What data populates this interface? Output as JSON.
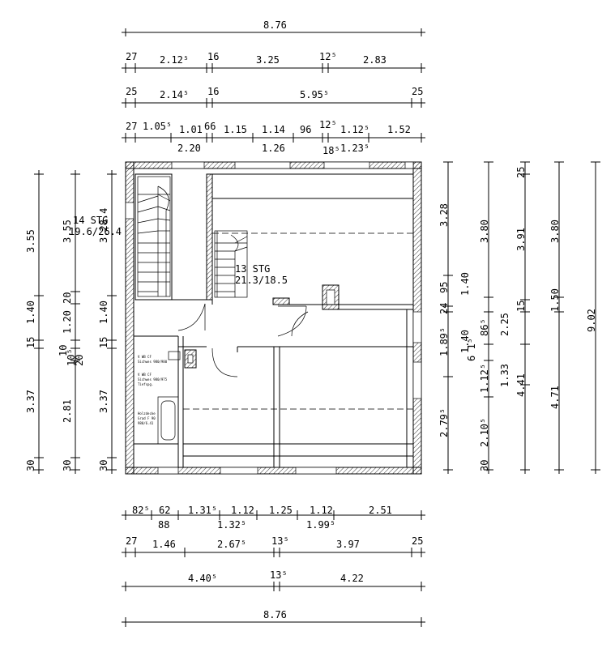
{
  "dims": {
    "top": {
      "row1": [
        "8.76"
      ],
      "row2": [
        "27",
        "2.12⁵",
        "16",
        "3.25",
        "12⁵",
        "2.83"
      ],
      "row3": [
        "25",
        "2.14⁵",
        "16",
        "5.95⁵",
        "25"
      ],
      "row4_top": [
        "27",
        "1.05⁵",
        "1.01",
        "66",
        "1.15",
        "1.14",
        "96",
        "12⁵",
        "1.12⁵",
        "1.52"
      ],
      "row4_bottom": [
        "2.20",
        "1.26",
        "18⁵",
        "1.23⁵"
      ]
    },
    "bottom": {
      "row1_top": [
        "82⁵",
        "62",
        "1.31⁵",
        "1.12",
        "1.25",
        "1.12",
        "2.51"
      ],
      "row1_bottom": [
        "88",
        "1.32⁵",
        "1.99⁵"
      ],
      "row2": [
        "27",
        "1.46",
        "2.67⁵",
        "13⁵",
        "3.97",
        "25"
      ],
      "row3": [
        "4.40⁵",
        "13⁵",
        "4.22"
      ],
      "row4": [
        "8.76"
      ]
    },
    "left": {
      "col1": [
        "3.55",
        "1.40",
        "15",
        "3.37",
        "30"
      ],
      "col2": [
        "3.55",
        "20",
        "1.20",
        "10",
        "10⁵",
        "20",
        "2.81",
        "30"
      ],
      "col3": [
        "3.28.4",
        "15",
        "1.40",
        "3.37",
        "30"
      ]
    },
    "right": {
      "col1": [
        "3.28",
        "95",
        "1.40",
        "24",
        "1.89⁵",
        "2.79⁵"
      ],
      "col2": [
        "3.80",
        "1.40",
        "86⁵",
        "6 1⁵",
        "1.12⁵",
        "2.10⁵",
        "30"
      ],
      "col3": [
        "25",
        "3.91",
        "15",
        "2.25",
        "1.33",
        "4.41"
      ],
      "col4": [
        "3.80",
        "1.50",
        "4.71"
      ],
      "col5": [
        "9.02"
      ]
    }
  },
  "stairs": {
    "left_count": "14 STG",
    "left_ratio": "19.6/26.4",
    "center_count": "13 STG",
    "center_ratio": "21.3/18.5"
  },
  "room_notes": {
    "note1": "V WB CF",
    "note2": "Sichwes 980/980",
    "note3": "V WB CF",
    "note4": "Sichwes 980/975",
    "note5": "Tiefspg.",
    "note6": "Holzdecke",
    "note7": "Grad F 90",
    "note8": "980/6.41"
  }
}
